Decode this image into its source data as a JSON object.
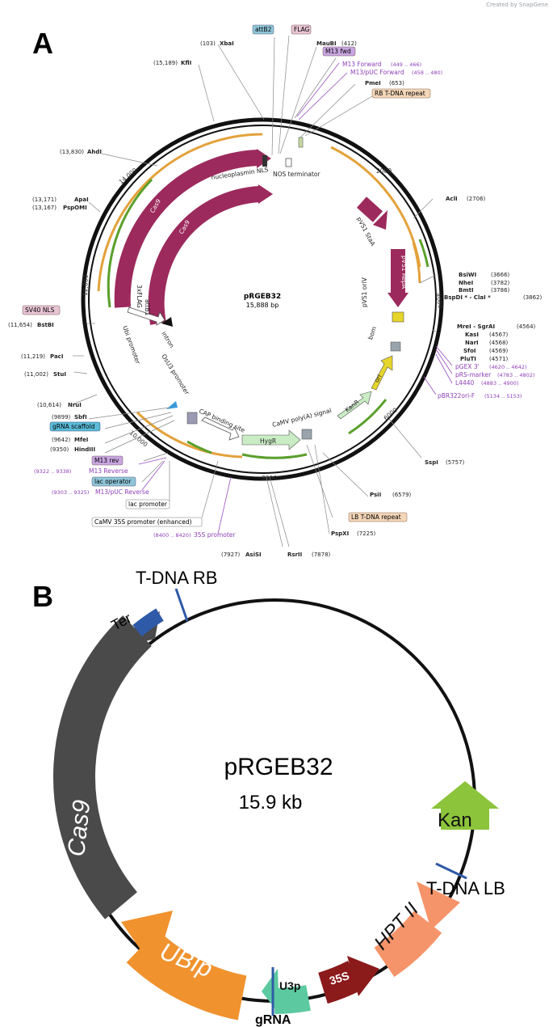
{
  "credit": "Created by SnapGene",
  "panelA": {
    "letter": "A",
    "plasmid_name": "pRGEB32",
    "plasmid_size": "15,888 bp",
    "scale_labels": [
      "2000",
      "4000",
      "6000",
      "8000",
      "10,000",
      "12,000",
      "14,000"
    ],
    "features_inside": [
      {
        "label": "nucleoplasmin NLS"
      },
      {
        "label": "NOS terminator"
      },
      {
        "label": "Cas9"
      },
      {
        "label": "Cas9"
      },
      {
        "label": "pVS1 StaA"
      },
      {
        "label": "pVS1 RepA"
      },
      {
        "label": "pVS1 oriV"
      },
      {
        "label": "bom"
      },
      {
        "label": "ori"
      },
      {
        "label": "KanR"
      },
      {
        "label": "CaMV poly(A) signal"
      },
      {
        "label": "HygR"
      },
      {
        "label": "CAP binding site"
      },
      {
        "label": "OsU3 promoter"
      },
      {
        "label": "Ubi promoter"
      },
      {
        "label": "3xFLAG"
      },
      {
        "label": "attB1"
      },
      {
        "label": "intron"
      }
    ],
    "boxed_labels": [
      {
        "label": "attB2",
        "color": "#8fc6d9"
      },
      {
        "label": "FLAG",
        "color": "#e8c4d4"
      },
      {
        "label": "M13 fwd",
        "color": "#c9a6e0"
      },
      {
        "label": "RB T-DNA repeat",
        "color": "#f4d6b8"
      },
      {
        "label": "SV40 NLS",
        "color": "#e8c4d4"
      },
      {
        "label": "gRNA scaffold",
        "color": "#5bbbd9"
      },
      {
        "label": "M13 rev",
        "color": "#c9a6e0"
      },
      {
        "label": "lac operator",
        "color": "#8fc6d9"
      },
      {
        "label": "lac promoter",
        "color": "#ffffff"
      },
      {
        "label": "CaMV 35S promoter (enhanced)",
        "color": "#ffffff"
      },
      {
        "label": "LB T-DNA repeat",
        "color": "#f4d6b8"
      }
    ],
    "sites": [
      {
        "name": "XbaI",
        "pos": "(103)"
      },
      {
        "name": "KflI",
        "pos": "(15,189)"
      },
      {
        "name": "MauBI",
        "pos": "(412)"
      },
      {
        "name": "PmeI",
        "pos": "(653)"
      },
      {
        "name": "AhdI",
        "pos": "(13,830)"
      },
      {
        "name": "ApaI",
        "pos": "(13,171)"
      },
      {
        "name": "PspOMI",
        "pos": "(13,167)"
      },
      {
        "name": "AclI",
        "pos": "(2706)"
      },
      {
        "name": "BsiWI",
        "pos": "(3666)"
      },
      {
        "name": "NheI",
        "pos": "(3782)"
      },
      {
        "name": "BmtI",
        "pos": "(3786)"
      },
      {
        "name": "BspDI * - ClaI *",
        "pos": "(3862)"
      },
      {
        "name": "BstBI",
        "pos": "(11,654)"
      },
      {
        "name": "PacI",
        "pos": "(11,219)"
      },
      {
        "name": "StuI",
        "pos": "(11,002)"
      },
      {
        "name": "MreI - SgrAI",
        "pos": "(4564)"
      },
      {
        "name": "KasI",
        "pos": "(4567)"
      },
      {
        "name": "NarI",
        "pos": "(4568)"
      },
      {
        "name": "SfoI",
        "pos": "(4569)"
      },
      {
        "name": "PluTI",
        "pos": "(4571)"
      },
      {
        "name": "NruI",
        "pos": "(10,614)"
      },
      {
        "name": "SbfI",
        "pos": "(9899)"
      },
      {
        "name": "MfeI",
        "pos": "(9642)"
      },
      {
        "name": "HindIII",
        "pos": "(9350)"
      },
      {
        "name": "SspI",
        "pos": "(5757)"
      },
      {
        "name": "PsiI",
        "pos": "(6579)"
      },
      {
        "name": "PspXI",
        "pos": "(7225)"
      },
      {
        "name": "AsiSI",
        "pos": "(7927)"
      },
      {
        "name": "RsrII",
        "pos": "(7878)"
      }
    ],
    "primers": [
      {
        "name": "M13 Forward",
        "pos": "(449 .. 466)"
      },
      {
        "name": "M13/pUC Forward",
        "pos": "(458 .. 480)"
      },
      {
        "name": "pGEX 3'",
        "pos": "(4620 .. 4642)"
      },
      {
        "name": "pRS-marker",
        "pos": "(4783 .. 4802)"
      },
      {
        "name": "L4440",
        "pos": "(4883 .. 4900)"
      },
      {
        "name": "pBR322ori-F",
        "pos": "(5134 .. 5153)"
      },
      {
        "name": "M13 Reverse",
        "pos": "(9322 .. 9338)"
      },
      {
        "name": "M13/pUC Reverse",
        "pos": "(9303 .. 9325)"
      },
      {
        "name": "35S promoter",
        "pos": "(8400 .. 8420)"
      }
    ]
  },
  "panelB": {
    "letter": "B",
    "plasmid_name": "pRGEB32",
    "plasmid_size": "15.9 kb",
    "features": [
      {
        "label": "Ter",
        "color": "#2f5aa8"
      },
      {
        "label": "Cas9",
        "color": "#4a4a4a"
      },
      {
        "label": "UBIp",
        "color": "#f0922e"
      },
      {
        "label": "U3p",
        "color": "#5cc9a0"
      },
      {
        "label": "35S",
        "color": "#8b1a1a"
      },
      {
        "label": "HPT II",
        "color": "#f5946a"
      },
      {
        "label": "Kan",
        "color": "#8cc43c"
      }
    ],
    "markers": [
      {
        "label": "T-DNA RB"
      },
      {
        "label": "T-DNA LB"
      },
      {
        "label": "gRNA"
      }
    ]
  }
}
